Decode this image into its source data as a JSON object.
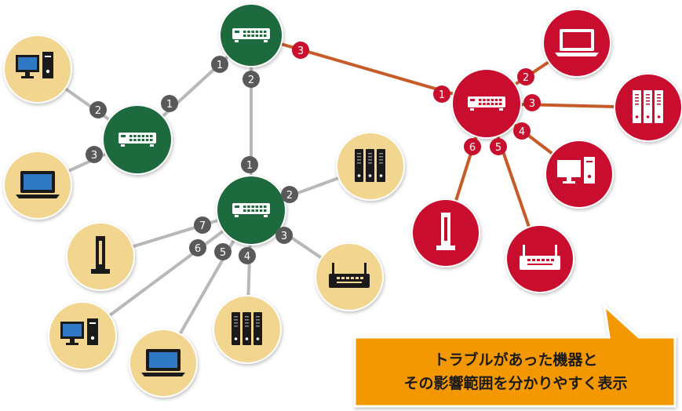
{
  "colors": {
    "normal_switch": "#1e6b3c",
    "trouble": "#c8102e",
    "normal_device": "#f2d58e",
    "normal_link": "#b8b8b8",
    "trouble_link": "#c65a28",
    "port_badge_normal": "#595959",
    "callout": "#f39800"
  },
  "switches": [
    {
      "id": "sw-top",
      "status": "normal",
      "icon": "network-switch-icon"
    },
    {
      "id": "sw-left",
      "status": "normal",
      "icon": "network-switch-icon"
    },
    {
      "id": "sw-center",
      "status": "normal",
      "icon": "network-switch-icon"
    },
    {
      "id": "sw-trouble",
      "status": "trouble",
      "icon": "network-switch-icon"
    }
  ],
  "devices": [
    {
      "id": "dev-desktop-left",
      "status": "normal",
      "icon": "desktop-pc-icon"
    },
    {
      "id": "dev-laptop-left",
      "status": "normal",
      "icon": "laptop-icon"
    },
    {
      "id": "dev-server-center",
      "status": "normal",
      "icon": "server-rack-icon"
    },
    {
      "id": "dev-router-center",
      "status": "normal",
      "icon": "router-icon"
    },
    {
      "id": "dev-server-bottom",
      "status": "normal",
      "icon": "server-rack-icon"
    },
    {
      "id": "dev-laptop-bottom",
      "status": "normal",
      "icon": "laptop-icon"
    },
    {
      "id": "dev-desktop-bottom",
      "status": "normal",
      "icon": "desktop-pc-icon"
    },
    {
      "id": "dev-tower-center",
      "status": "normal",
      "icon": "tower-server-icon"
    },
    {
      "id": "dev-laptop-trouble",
      "status": "trouble",
      "icon": "laptop-icon"
    },
    {
      "id": "dev-server-trouble",
      "status": "trouble",
      "icon": "server-rack-icon"
    },
    {
      "id": "dev-desktop-trouble",
      "status": "trouble",
      "icon": "desktop-pc-icon"
    },
    {
      "id": "dev-router-trouble",
      "status": "trouble",
      "icon": "router-icon"
    },
    {
      "id": "dev-tower-trouble",
      "status": "trouble",
      "icon": "tower-server-icon"
    }
  ],
  "links": [
    {
      "from": "sw-top",
      "to": "sw-left",
      "from_port": "1",
      "to_port": "1",
      "status": "normal"
    },
    {
      "from": "sw-top",
      "to": "sw-center",
      "from_port": "2",
      "to_port": "1",
      "status": "normal"
    },
    {
      "from": "sw-top",
      "to": "sw-trouble",
      "from_port": "3",
      "to_port": "1",
      "status": "trouble"
    },
    {
      "from": "sw-left",
      "to": "dev-desktop-left",
      "from_port": "2",
      "status": "normal"
    },
    {
      "from": "sw-left",
      "to": "dev-laptop-left",
      "from_port": "3",
      "status": "normal"
    },
    {
      "from": "sw-center",
      "to": "dev-server-center",
      "from_port": "2",
      "status": "normal"
    },
    {
      "from": "sw-center",
      "to": "dev-router-center",
      "from_port": "3",
      "status": "normal"
    },
    {
      "from": "sw-center",
      "to": "dev-server-bottom",
      "from_port": "4",
      "status": "normal"
    },
    {
      "from": "sw-center",
      "to": "dev-laptop-bottom",
      "from_port": "5",
      "status": "normal"
    },
    {
      "from": "sw-center",
      "to": "dev-desktop-bottom",
      "from_port": "6",
      "status": "normal"
    },
    {
      "from": "sw-center",
      "to": "dev-tower-center",
      "from_port": "7",
      "status": "normal"
    },
    {
      "from": "sw-trouble",
      "to": "dev-laptop-trouble",
      "from_port": "2",
      "status": "trouble"
    },
    {
      "from": "sw-trouble",
      "to": "dev-server-trouble",
      "from_port": "3",
      "status": "trouble"
    },
    {
      "from": "sw-trouble",
      "to": "dev-desktop-trouble",
      "from_port": "4",
      "status": "trouble"
    },
    {
      "from": "sw-trouble",
      "to": "dev-router-trouble",
      "from_port": "5",
      "status": "trouble"
    },
    {
      "from": "sw-trouble",
      "to": "dev-tower-trouble",
      "from_port": "6",
      "status": "trouble"
    }
  ],
  "callout": {
    "line1": "トラブルがあった機器と",
    "line2": "その影響範囲を分かりやすく表示"
  }
}
